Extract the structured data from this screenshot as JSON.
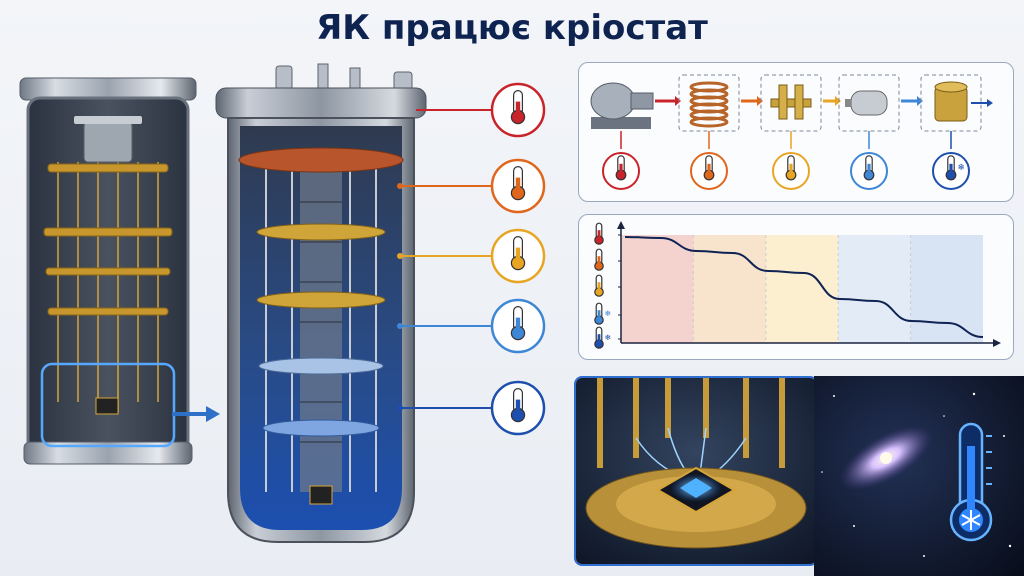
{
  "title": "ЯК працює кріостат",
  "stage_colors": [
    "#c8242a",
    "#e0661c",
    "#e8a524",
    "#3e86d6",
    "#1f4fae"
  ],
  "stages": [
    {
      "icon": "thermometer-hot-icon",
      "color": "#c8242a"
    },
    {
      "icon": "thermometer-warm-icon",
      "color": "#e0661c"
    },
    {
      "icon": "thermometer-medium-icon",
      "color": "#e8a524"
    },
    {
      "icon": "thermometer-cool-icon",
      "color": "#3e86d6"
    },
    {
      "icon": "thermometer-cold-icon",
      "color": "#1f4fae"
    }
  ],
  "process_chain": [
    {
      "component": "compressor-pump-icon",
      "color": "#c8242a"
    },
    {
      "component": "heat-exchanger-coil-icon",
      "color": "#e0661c"
    },
    {
      "component": "valve-assembly-icon",
      "color": "#e8a524"
    },
    {
      "component": "cold-head-icon",
      "color": "#3e86d6"
    },
    {
      "component": "mixing-chamber-icon",
      "color": "#1f4fae"
    }
  ],
  "chart_data": {
    "type": "line",
    "title": "",
    "xlabel": "",
    "ylabel": "",
    "grid": false,
    "zones": [
      "#f4d3cf",
      "#f8e3cc",
      "#fbefcf",
      "#e3ecf6",
      "#d8e4f4"
    ],
    "x": [
      0,
      1,
      2,
      3,
      4,
      5,
      6,
      7,
      8,
      9,
      10
    ],
    "values": [
      5,
      4.95,
      4.3,
      4.2,
      3.3,
      3.2,
      1.9,
      1.8,
      0.8,
      0.7,
      0.0
    ]
  },
  "chip_scene": {
    "icon": "galaxy-icon",
    "thermometer_icon": "thermometer-snowflake-icon"
  }
}
